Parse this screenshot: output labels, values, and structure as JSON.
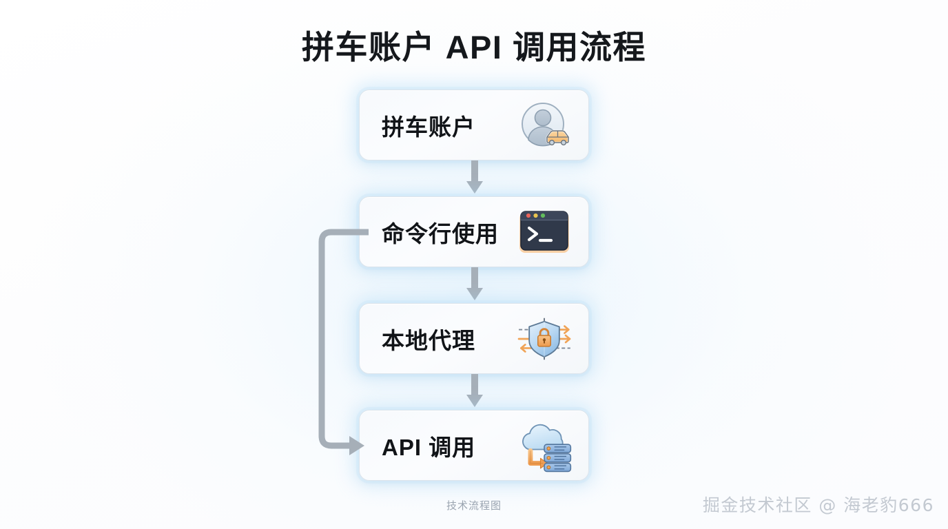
{
  "page": {
    "title": "拼车账户 API 调用流程",
    "caption": "技术流程图",
    "watermark": "掘金技术社区 @ 海老豹666",
    "background_color": "#fdfdfe",
    "glow_color": "#a8d6f6",
    "accent_color": "#f0a356",
    "arrow_color": "#a3acb5"
  },
  "flow": {
    "type": "vertical-flowchart",
    "steps": [
      {
        "id": "step-1",
        "label": "拼车账户",
        "icon": "user-car-icon",
        "icon_description": "圆形用户头像与橙色小汽车"
      },
      {
        "id": "step-2",
        "label": "命令行使用",
        "icon": "terminal-icon",
        "icon_description": "深色终端窗口，红黄绿按钮与 >_ 提示符"
      },
      {
        "id": "step-3",
        "label": "本地代理",
        "icon": "shield-lock-icon",
        "icon_description": "蓝色盾牌内含橙色挂锁，两侧橙色箭头与虚线"
      },
      {
        "id": "step-4",
        "label": "API 调用",
        "icon": "cloud-server-icon",
        "icon_description": "云朵与三层服务器机柜，橙色折角箭头"
      }
    ],
    "connectors": [
      {
        "id": "connector-1-2",
        "from": "step-1",
        "to": "step-2",
        "shape": "arrow-down"
      },
      {
        "id": "connector-2-3",
        "from": "step-2",
        "to": "step-3",
        "shape": "arrow-down"
      },
      {
        "id": "connector-3-4",
        "from": "step-3",
        "to": "step-4",
        "shape": "arrow-down"
      },
      {
        "id": "connector-loop",
        "from": "step-2",
        "to": "step-4",
        "shape": "left-loop-arrow"
      }
    ]
  }
}
